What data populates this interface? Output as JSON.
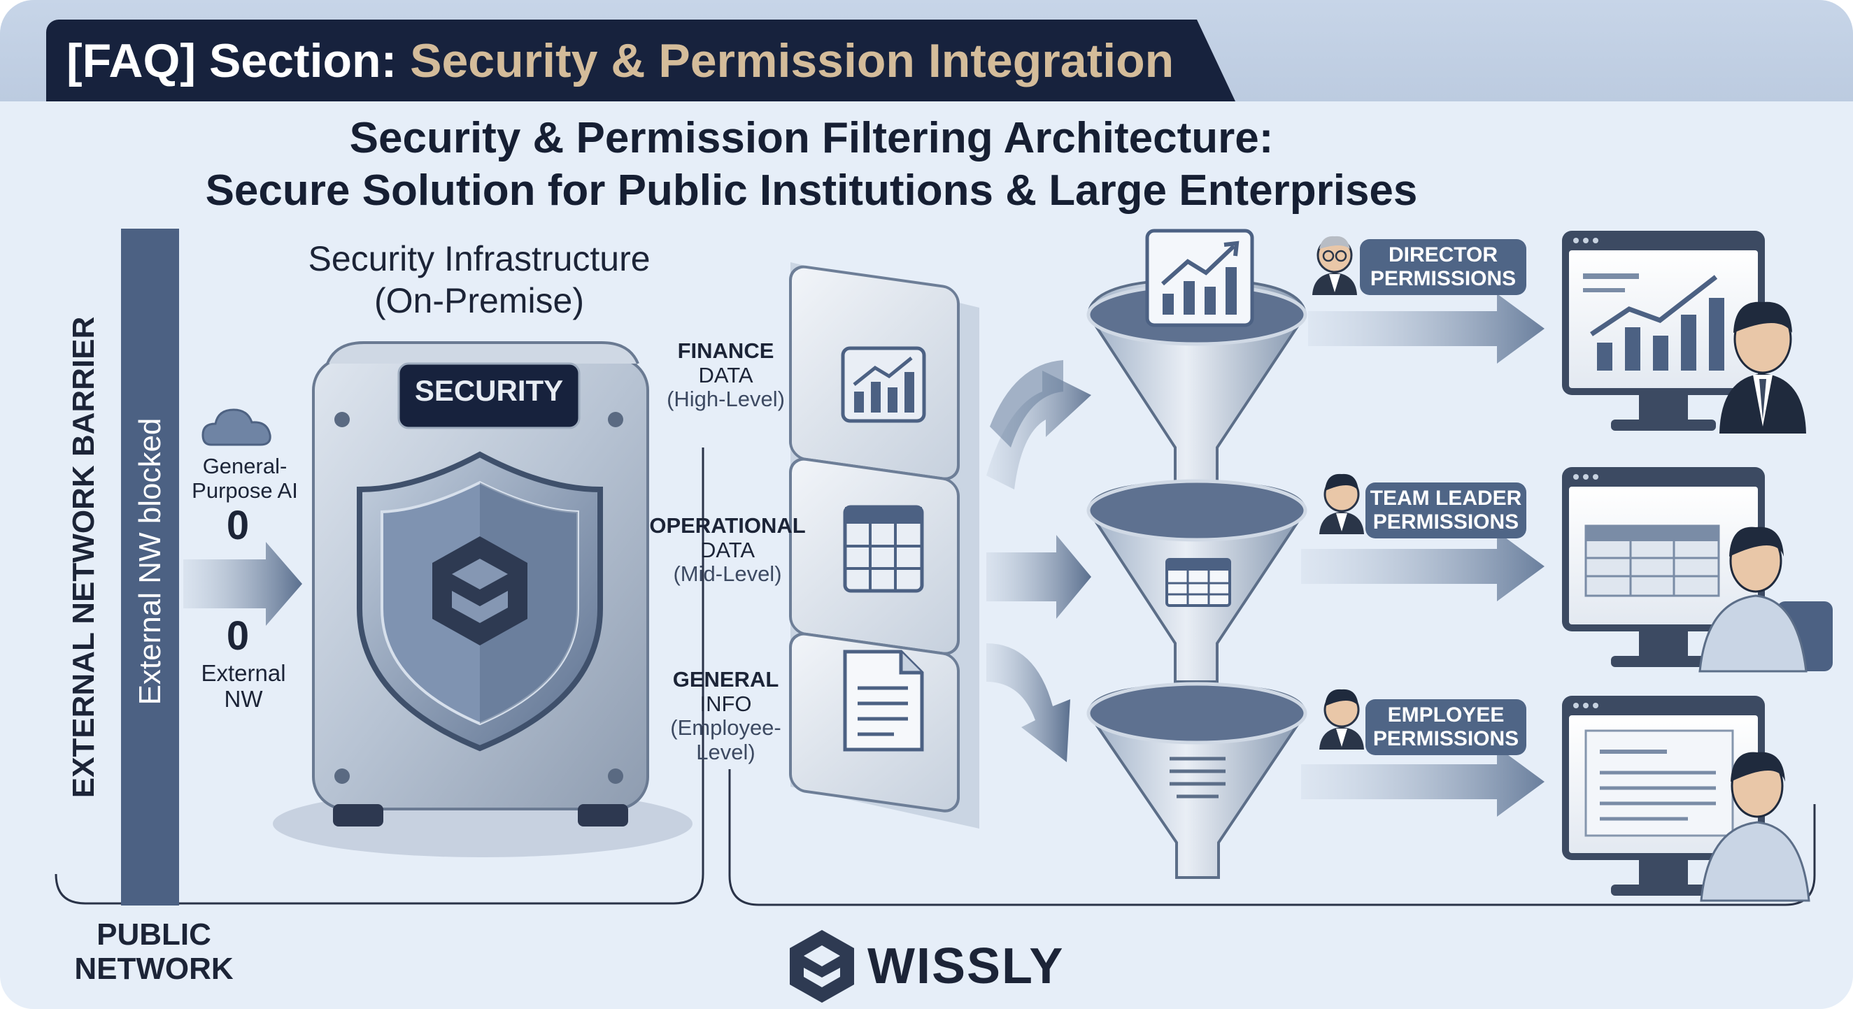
{
  "header": {
    "prefix": "[FAQ] Section:",
    "highlight": "Security & Permission Integration"
  },
  "title": {
    "line1": "Security & Permission Filtering Architecture:",
    "line2": "Secure Solution for Public Institutions & Large Enterprises"
  },
  "barrier": {
    "outer_label": "EXTERNAL NETWORK BARRIER",
    "inner_label": "External NW blocked",
    "public_network": [
      "PUBLIC",
      "NETWORK"
    ]
  },
  "inputs": {
    "ai_label": [
      "General-",
      "Purpose AI"
    ],
    "ai_count": "0",
    "nw_count": "0",
    "nw_label": [
      "External",
      "NW"
    ]
  },
  "infrastructure": {
    "title": [
      "Security Infrastructure",
      "(On-Premise)"
    ],
    "server_badge": "SECURITY"
  },
  "data_layers": [
    {
      "name": [
        "FINANCE",
        "DATA"
      ],
      "level": "(High-Level)"
    },
    {
      "name": [
        "OPERATIONAL",
        "DATA"
      ],
      "level": "(Mid-Level)"
    },
    {
      "name": [
        "GENERAL",
        "INFO"
      ],
      "level": [
        "(Employee-",
        "Level)"
      ]
    }
  ],
  "permissions": [
    {
      "label": [
        "DIRECTOR",
        "PERMISSIONS"
      ]
    },
    {
      "label": [
        "TEAM LEADER",
        "PERMISSIONS"
      ]
    },
    {
      "label": [
        "EMPLOYEE",
        "PERMISSIONS"
      ]
    }
  ],
  "brand": {
    "name": "WISSLY"
  },
  "colors": {
    "navy": "#17223d",
    "slate": "#4f6586",
    "accent_gold": "#d4bc9a",
    "background": "#e6eef8"
  }
}
